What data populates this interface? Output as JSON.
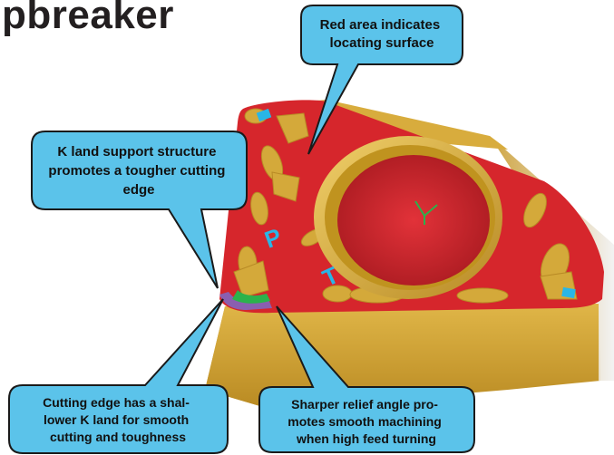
{
  "title": "pbreaker",
  "insert": {
    "markings": [
      "P",
      "T"
    ],
    "colors": {
      "body": "#d4a93a",
      "body_dark": "#a97d1d",
      "locating_surface": "#d6262c",
      "cutting_edge": "#2bb24c",
      "k_land": "#8a5fb0",
      "accent_cyan": "#29b6e6",
      "hole_shadow": "#b01c22"
    }
  },
  "callouts": [
    {
      "id": "red-area",
      "lines": [
        "Red area indicates",
        "locating surface"
      ]
    },
    {
      "id": "k-land-support",
      "lines": [
        "K land support structure",
        "promotes a tougher cutting",
        "edge"
      ]
    },
    {
      "id": "cutting-edge",
      "lines": [
        "Cutting edge has a shal-",
        "lower K land for smooth",
        "cutting and toughness"
      ]
    },
    {
      "id": "relief-angle",
      "lines": [
        "Sharper relief angle pro-",
        "motes smooth machining",
        "when high feed turning"
      ]
    }
  ],
  "callout_style": {
    "fill": "#5bc3ea",
    "stroke": "#1a1a1a",
    "text": "#111111"
  }
}
